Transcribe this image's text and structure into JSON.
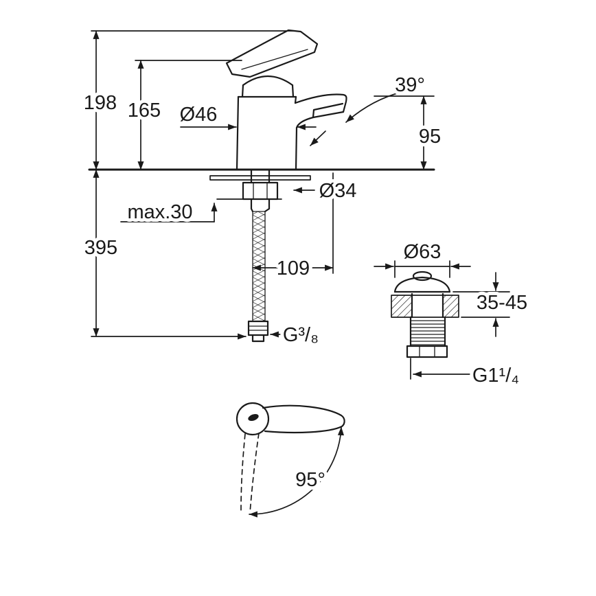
{
  "drawing": {
    "colors": {
      "line": "#1a1a1a",
      "background": "#ffffff"
    },
    "labels": {
      "overall_height": "198",
      "body_height": "165",
      "body_diameter": "Ø46",
      "spout_angle": "39°",
      "outlet_height": "95",
      "shank_diameter": "Ø34",
      "max_deck_thickness": "max.30",
      "hose_length": "395",
      "spout_projection": "109",
      "waste_cap_diameter": "Ø63",
      "waste_deck_range": "35-45",
      "hose_thread": "G³/₈",
      "waste_thread": "G1¹/₄",
      "handle_swivel_angle": "95°"
    }
  }
}
